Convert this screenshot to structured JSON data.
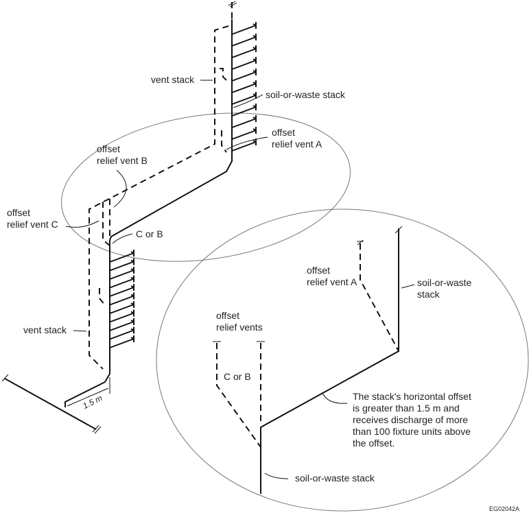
{
  "labels": {
    "vent_stack_upper": "vent stack",
    "soil_stack_upper": "soil-or-waste stack",
    "offset_relief_vent_a": [
      "offset",
      "relief vent A"
    ],
    "offset_relief_vent_b": [
      "offset",
      "relief vent B"
    ],
    "offset_relief_vent_c": [
      "offset",
      "relief vent C"
    ],
    "c_or_b_upper": "C or B",
    "vent_stack_lower": "vent stack",
    "dimension": "1.5 m"
  },
  "inset": {
    "offset_relief_vent_a": [
      "offset",
      "relief vent A"
    ],
    "soil_stack_top": [
      "soil-or-waste",
      "stack"
    ],
    "offset_relief_vents": [
      "offset",
      "relief vents"
    ],
    "c_or_b": "C or B",
    "note": [
      "The stack's horizontal offset",
      "is greater than 1.5 m and",
      "receives discharge of more",
      "than 100 fixture units above",
      "the offset."
    ],
    "soil_stack_bottom": "soil-or-waste stack"
  },
  "figure_code": "EG02042A"
}
